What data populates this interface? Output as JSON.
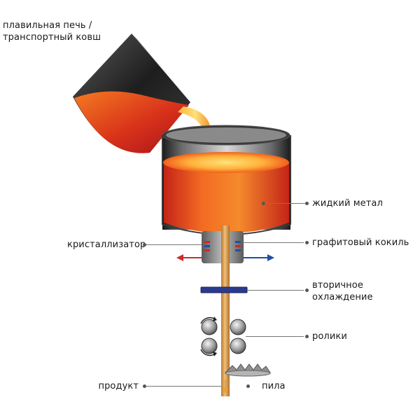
{
  "labels": {
    "furnace_line1": "плавильная печь /",
    "furnace_line2": "транспортный ковш",
    "liquid_metal": "жидкий метал",
    "crystallizer": "кристаллизатор",
    "graphite_mold": "графитовый кокиль",
    "secondary_cooling_line1": "вторичное",
    "secondary_cooling_line2": "охлаждение",
    "rollers": "ролики",
    "product": "продукт",
    "saw": "пила"
  },
  "colors": {
    "molten_hot": "#ffd24a",
    "molten_mid": "#f7862a",
    "molten_dark": "#c0171b",
    "vessel_dark": "#2a2a2a",
    "rod": "#d89a4a",
    "cold_arrow": "#1f4fa8",
    "hot_arrow": "#d02828",
    "cooling_plate": "#2b3a8c"
  },
  "icons": [
    "ladle-icon",
    "crucible-icon",
    "graphite-mold-icon",
    "cooling-plate-icon",
    "roller-icon",
    "saw-blade-icon",
    "flow-arrow-icon"
  ]
}
